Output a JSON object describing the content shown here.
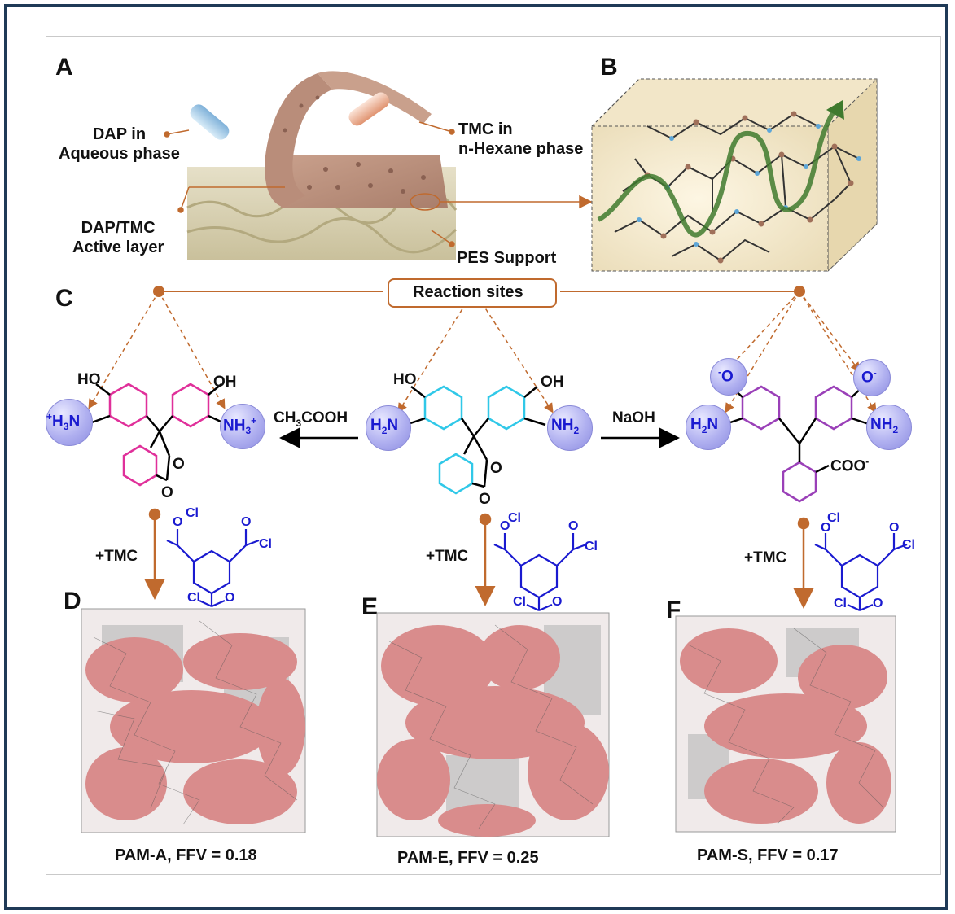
{
  "panels": {
    "a": "A",
    "b": "B",
    "c": "C",
    "d": "D",
    "e": "E",
    "f": "F"
  },
  "panel_a": {
    "dap_label": "DAP in\nAqueous phase",
    "tmc_label": "TMC in\nn-Hexane phase",
    "active_label": "DAP/TMC\nActive layer",
    "support_label": "PES Support"
  },
  "reaction_sites": "Reaction sites",
  "molecules": {
    "ho": "HO",
    "oh": "OH",
    "o": "O",
    "cooh_reagent": "CH₃COOH",
    "naoh_reagent": "NaOH",
    "coo": "COO",
    "tmc_add": "+TMC",
    "cl": "Cl",
    "nh3": "NH",
    "h3n": "H",
    "h2n": "H",
    "nh2": "NH",
    "o_anion": "O"
  },
  "captions": {
    "d": "PAM-A, FFV = 0.18",
    "e": "PAM-E, FFV = 0.25",
    "f": "PAM-S, FFV = 0.17"
  },
  "colors": {
    "frame_border": "#1f3a57",
    "arrow": "#c06a2e",
    "reaction_box": "#c06a2e",
    "tmc_blue": "#1a1ad0",
    "ring_pink": "#e0309a",
    "ring_cyan": "#30c8e8",
    "pore_pink": "#d98c8c",
    "pore_gray": "#bdbdbd",
    "sheet": "#b98d7a"
  }
}
